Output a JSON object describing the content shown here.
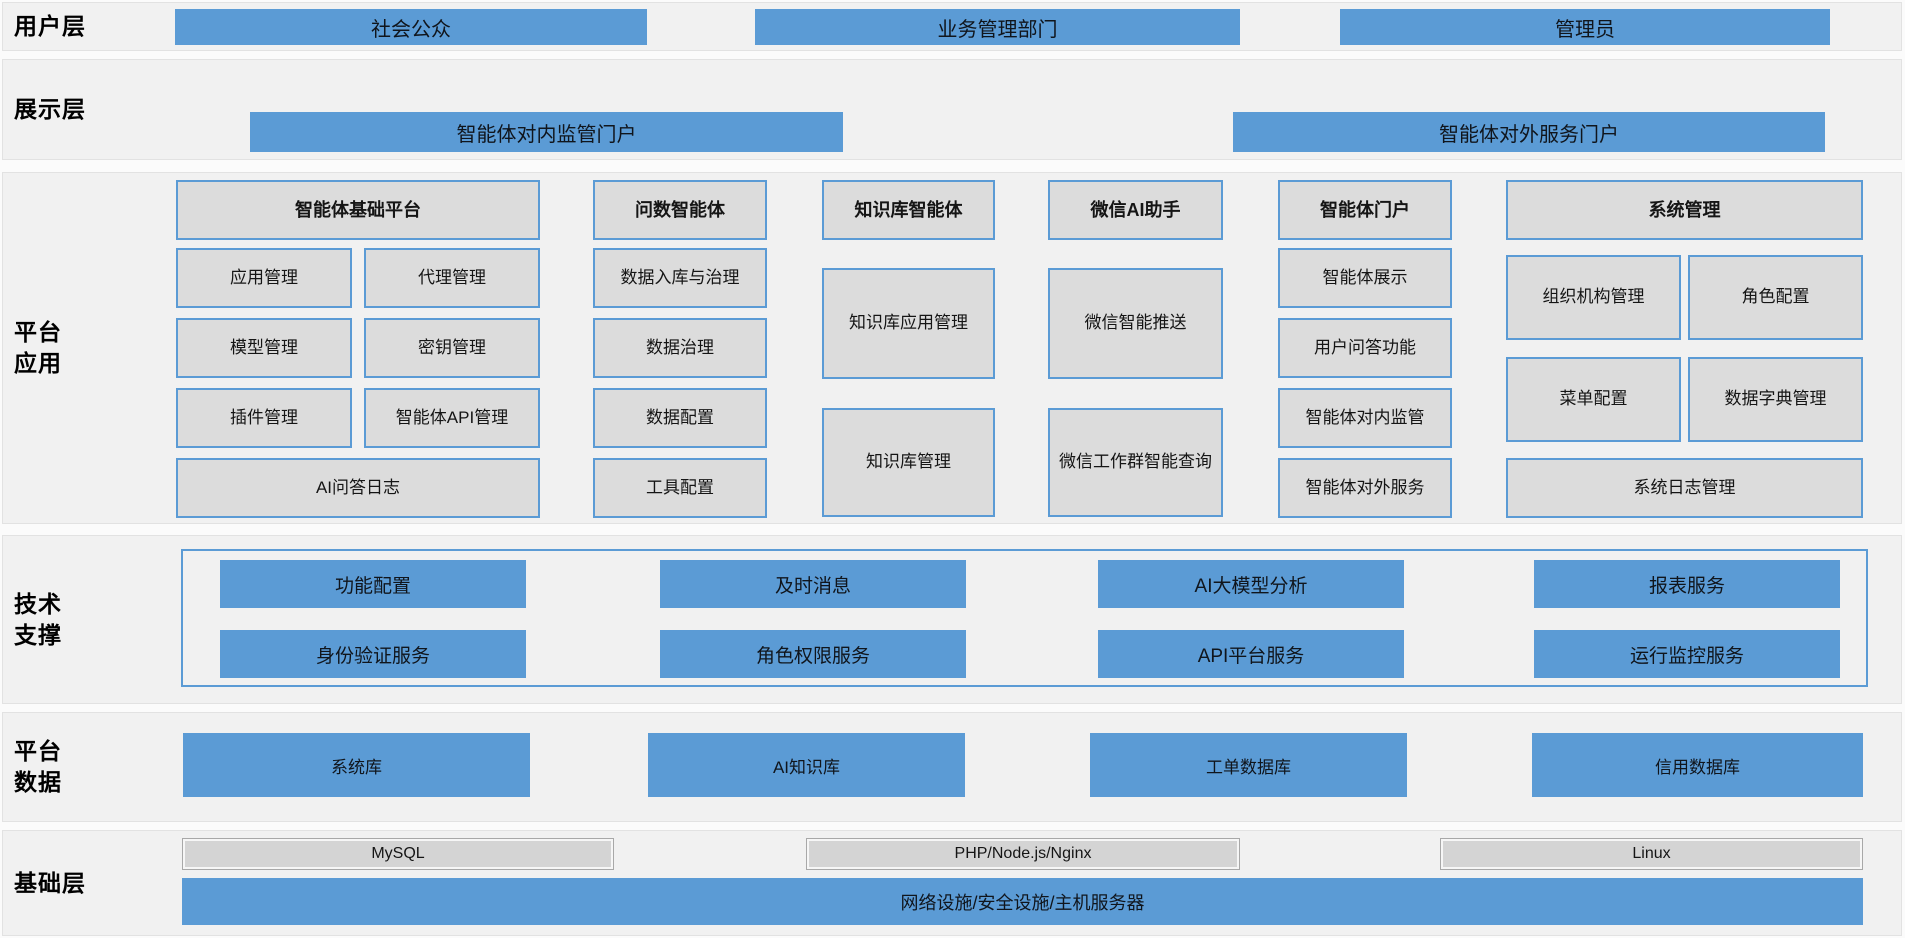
{
  "colors": {
    "accent_blue": "#5b9bd5",
    "box_gray": "#dcdcdc",
    "band_gray": "#f1f1f1"
  },
  "user_layer": {
    "label": "用户层",
    "items": [
      "社会公众",
      "业务管理部门",
      "管理员"
    ]
  },
  "display_layer": {
    "label": "展示层",
    "items": [
      "智能体对内监管门户",
      "智能体对外服务门户"
    ]
  },
  "platform": {
    "label1": "平台",
    "label2": "应用",
    "columns": [
      {
        "header": "智能体基础平台",
        "cells": [
          "应用管理",
          "代理管理",
          "模型管理",
          "密钥管理",
          "插件管理",
          "智能体API管理"
        ],
        "footer": "AI问答日志"
      },
      {
        "header": "问数智能体",
        "cells": [
          "数据入库与治理",
          "数据治理",
          "数据配置",
          "工具配置"
        ]
      },
      {
        "header": "知识库智能体",
        "cells": [
          "知识库应用管理",
          "知识库管理"
        ]
      },
      {
        "header": "微信AI助手",
        "cells": [
          "微信智能推送",
          "微信工作群智能查询"
        ]
      },
      {
        "header": "智能体门户",
        "cells": [
          "智能体展示",
          "用户问答功能",
          "智能体对内监管",
          "智能体对外服务"
        ]
      },
      {
        "header": "系统管理",
        "cells": [
          "组织机构管理",
          "角色配置",
          "菜单配置",
          "数据字典管理"
        ],
        "footer": "系统日志管理"
      }
    ]
  },
  "tech": {
    "label1": "技术",
    "label2": "支撑",
    "row1": [
      "功能配置",
      "及时消息",
      "AI大模型分析",
      "报表服务"
    ],
    "row2": [
      "身份验证服务",
      "角色权限服务",
      "API平台服务",
      "运行监控服务"
    ]
  },
  "data_layer": {
    "label1": "平台",
    "label2": "数据",
    "items": [
      "系统库",
      "AI知识库",
      "工单数据库",
      "信用数据库"
    ]
  },
  "base": {
    "label": "基础层",
    "tech": [
      "MySQL",
      "PHP/Node.js/Nginx",
      "Linux"
    ],
    "infra": "网络设施/安全设施/主机服务器"
  }
}
